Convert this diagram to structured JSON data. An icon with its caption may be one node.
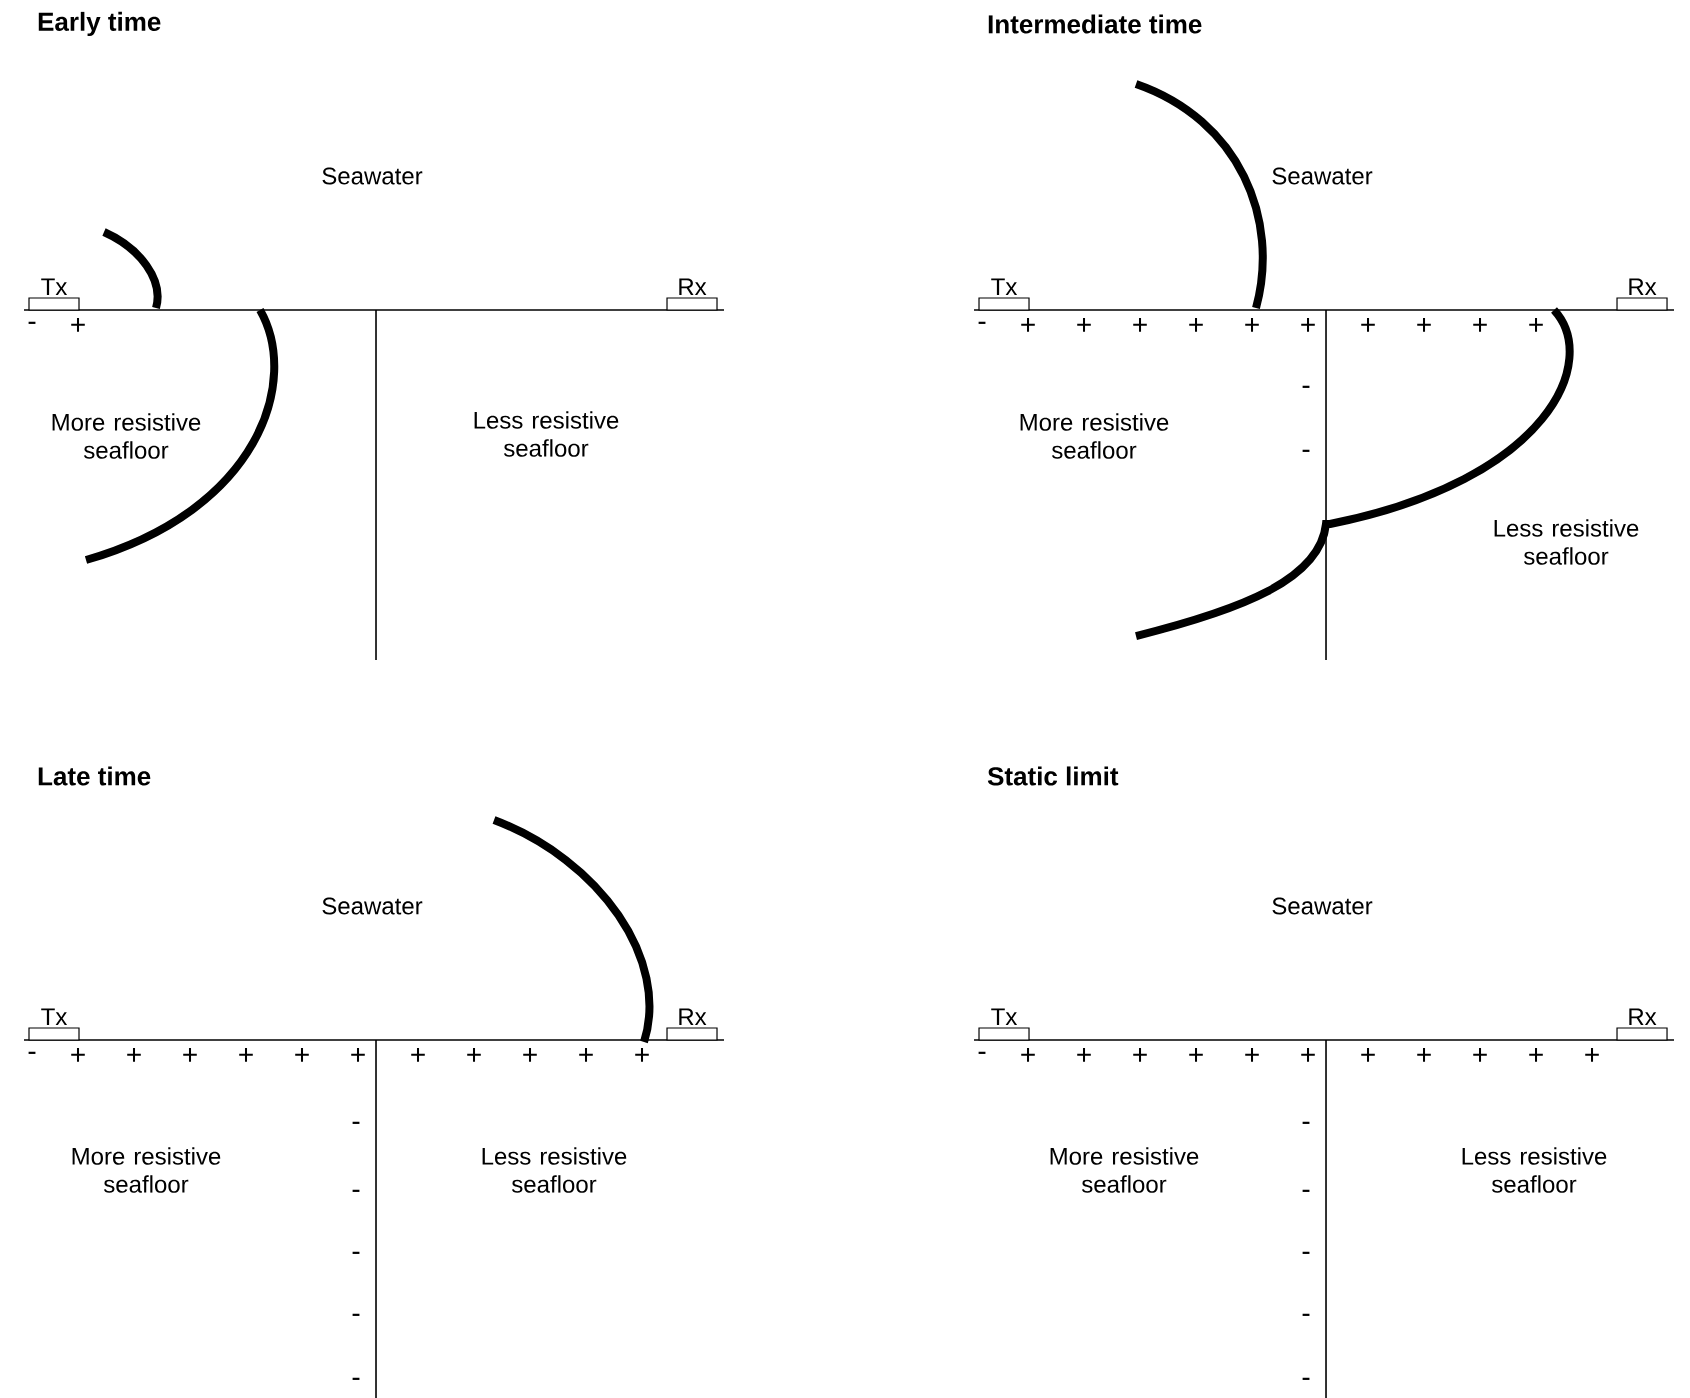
{
  "diagram": {
    "nodes": [
      {
        "text": [
          "Tx"
        ]
      },
      {
        "text": [
          "Rx"
        ]
      },
      {
        "text": [
          "Tx"
        ]
      },
      {
        "text": [
          "Rx"
        ]
      },
      {
        "text": [
          "Tx"
        ]
      },
      {
        "text": [
          "Rx"
        ]
      },
      {
        "text": [
          "Tx"
        ]
      },
      {
        "text": [
          "Rx"
        ]
      }
    ],
    "edges": [],
    "labels": [
      "Early time",
      "Seawater",
      "-",
      "+",
      "More resistive seafloor",
      "Less resistive seafloor",
      "Intermediate time",
      "Seawater",
      "-",
      "+",
      "+",
      "+",
      "+",
      "+",
      "+",
      "+",
      "+",
      "+",
      "+",
      "More resistive seafloor",
      "Less resistive seafloor",
      "-",
      "-",
      "Late time",
      "Seawater",
      "-",
      "+",
      "+",
      "+",
      "+",
      "+",
      "+",
      "+",
      "+",
      "+",
      "+",
      "+",
      "More resistive seafloor",
      "Less resistive seafloor",
      "-",
      "-",
      "-",
      "-",
      "-",
      "Static limit",
      "Seawater",
      "-",
      "+",
      "+",
      "+",
      "+",
      "+",
      "+",
      "+",
      "+",
      "+",
      "+",
      "+",
      "More resistive seafloor",
      "Less resistive seafloor",
      "-",
      "-",
      "-",
      "-",
      "-"
    ]
  }
}
